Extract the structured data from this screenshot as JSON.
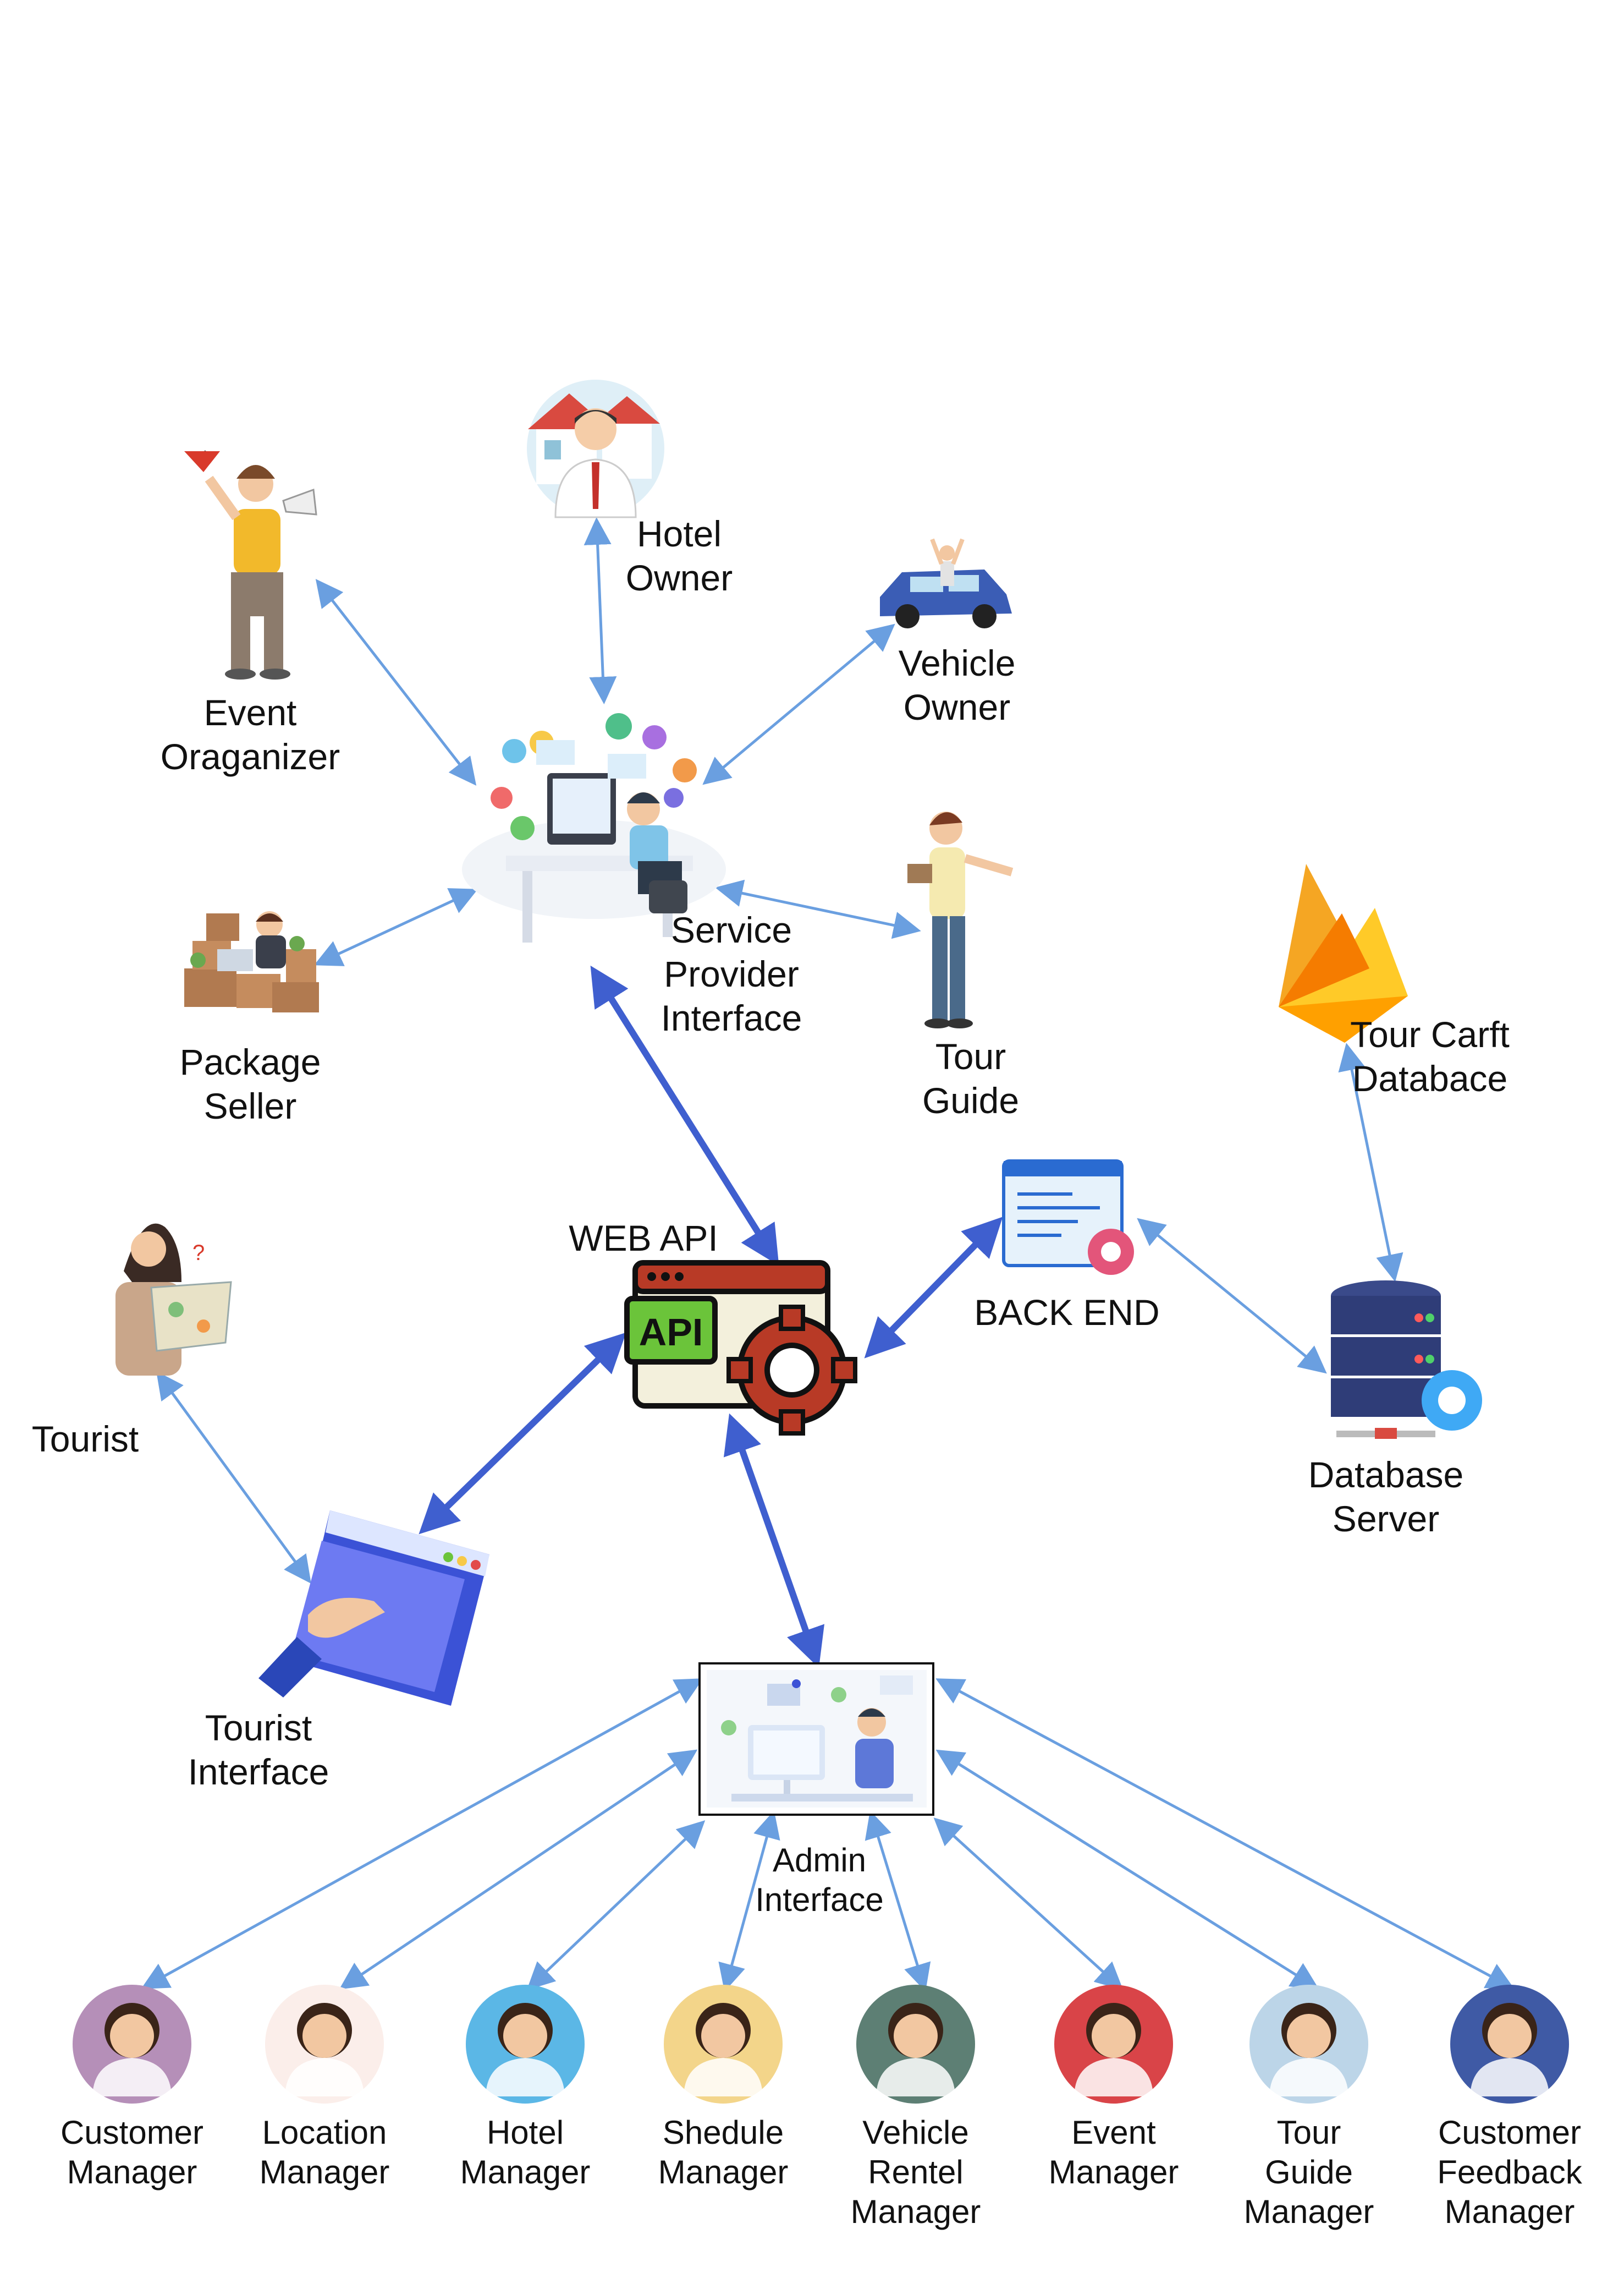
{
  "colors": {
    "connector": "#6a9fe0",
    "connector_strong": "#3f5fcf",
    "background": "#ffffff"
  },
  "nodes": {
    "hotel_owner": {
      "label": "Hotel\nOwner",
      "icon": "hotel-owner-icon"
    },
    "event_organizer": {
      "label": "Event\nOraganizer",
      "icon": "event-organizer-icon"
    },
    "vehicle_owner": {
      "label": "Vehicle\nOwner",
      "icon": "vehicle-owner-icon"
    },
    "service_provider": {
      "label": "Service\nProvider\nInterface",
      "icon": "service-provider-icon"
    },
    "package_seller": {
      "label": "Package\nSeller",
      "icon": "package-seller-icon"
    },
    "tour_guide": {
      "label": "Tour\nGuide",
      "icon": "tour-guide-icon"
    },
    "database": {
      "label": "Tour Carft\nDatabace",
      "icon": "firebase-icon"
    },
    "web_api": {
      "label": "WEB API",
      "icon": "api-gear-icon"
    },
    "back_end": {
      "label": "BACK END",
      "icon": "backend-icon"
    },
    "tourist": {
      "label": "Tourist",
      "icon": "tourist-icon"
    },
    "database_server": {
      "label": "Database\nServer",
      "icon": "database-server-icon"
    },
    "tourist_interface": {
      "label": "Tourist\nInterface",
      "icon": "browser-hand-icon"
    },
    "admin_interface": {
      "label": "Admin\nInterface",
      "icon": "admin-workstation-icon"
    }
  },
  "managers": [
    {
      "label": "Customer\nManager",
      "avatar_bg": "#b58fb8",
      "icon": "customer-manager-avatar"
    },
    {
      "label": "Location\nManager",
      "avatar_bg": "#fbeeea",
      "icon": "location-manager-avatar"
    },
    {
      "label": "Hotel\nManager",
      "avatar_bg": "#5bb7e6",
      "icon": "hotel-manager-avatar"
    },
    {
      "label": "Shedule\nManager",
      "avatar_bg": "#f3d58a",
      "icon": "schedule-manager-avatar"
    },
    {
      "label": "Vehicle\nRentel\nManager",
      "avatar_bg": "#5d7f74",
      "icon": "vehicle-rental-manager-avatar"
    },
    {
      "label": "Event\nManager",
      "avatar_bg": "#d94448",
      "icon": "event-manager-avatar"
    },
    {
      "label": "Tour\nGuide\nManager",
      "avatar_bg": "#bcd5e8",
      "icon": "tour-guide-manager-avatar"
    },
    {
      "label": "Customer\nFeedback\nManager",
      "avatar_bg": "#3f5aa5",
      "icon": "feedback-manager-avatar"
    }
  ]
}
